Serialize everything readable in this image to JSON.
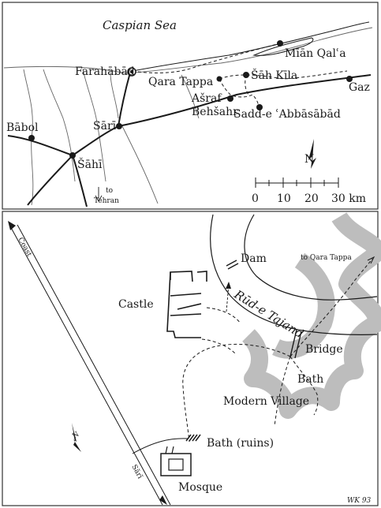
{
  "top_map": {
    "sea": "Caspian Sea",
    "places": {
      "mian_qala": "Mīān Qalʿa",
      "farahabad": "Farahābād",
      "qara_tappa": "Qara Tappa",
      "sah_kila": "Šāh Kīla",
      "gaz": "Gaz",
      "asraf": "Ašraf",
      "behsahr": "Behšahr",
      "sadd": "Sadd-e ʿAbbāsābād",
      "babol": "Bābol",
      "sari": "Sārī",
      "sahi": "Šāhī"
    },
    "to": "to",
    "tehran": "Tehran",
    "north": "N",
    "scale_ticks": [
      "0",
      "10",
      "20",
      "30 km"
    ]
  },
  "bottom_map": {
    "coast": "Coast",
    "dam": "Dam",
    "to_qara_tappa": "to Qara Tappa",
    "castle": "Castle",
    "river": "Rūd-e Tajand",
    "bridge": "Bridge",
    "bath": "Bath",
    "modern_village": "Modern Village",
    "bath_ruins": "Bath (ruins)",
    "mosque": "Mosque",
    "sari_road": "Sārī",
    "north": "N",
    "signature": "WK 93"
  },
  "colors": {
    "ink": "#1a1a1a",
    "ornament": "#bdbdbd",
    "frame": "#333333"
  }
}
